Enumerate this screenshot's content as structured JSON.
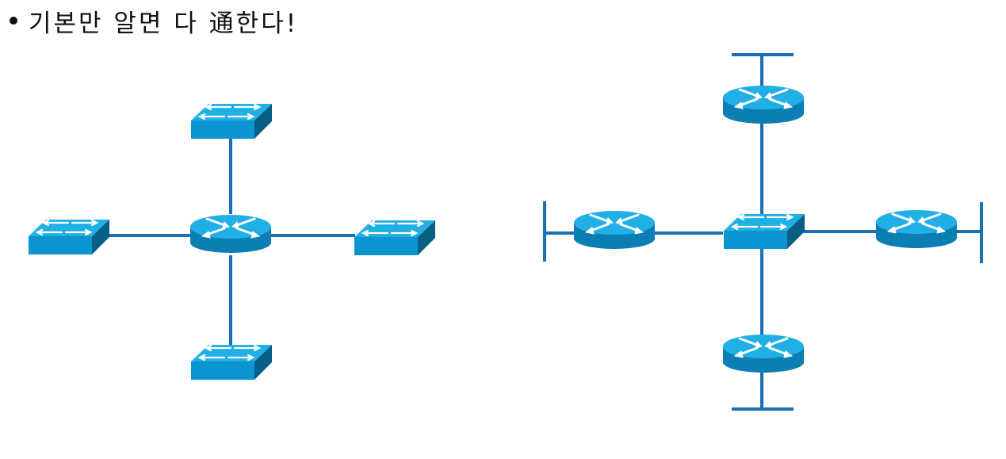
{
  "slide": {
    "title": "기본만 알면 다 通한다!"
  },
  "colors": {
    "link": "#1a6fb5",
    "device_top": "#21b0e6",
    "device_side": "#0b7fb4",
    "device_dark": "#085f86",
    "arrow": "#ffffff"
  },
  "diagrams": [
    {
      "name": "router-hub-diagram",
      "hub": "router-icon",
      "spokes": [
        "switch-icon",
        "switch-icon",
        "switch-icon",
        "switch-icon"
      ]
    },
    {
      "name": "switch-hub-diagram",
      "hub": "switch-icon",
      "spokes": [
        "router-icon",
        "router-icon",
        "router-icon",
        "router-icon"
      ]
    }
  ]
}
